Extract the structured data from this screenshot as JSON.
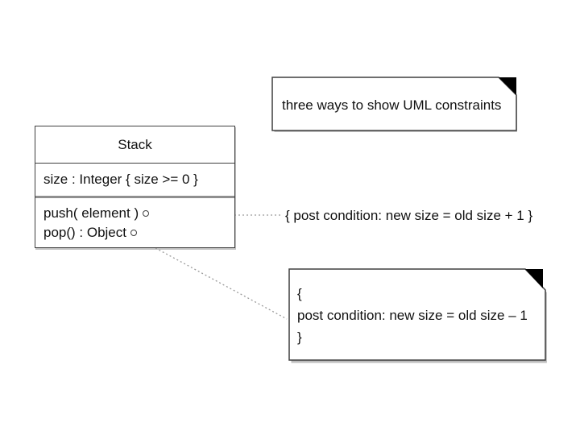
{
  "title_note": {
    "text": "three ways to show UML constraints"
  },
  "stack_class": {
    "name": "Stack",
    "attribute": "size : Integer { size >= 0 }",
    "operations": [
      {
        "label": "push( element )"
      },
      {
        "label": "pop() : Object"
      }
    ]
  },
  "inline_constraint": "{ post condition: new size = old size + 1 }",
  "note_constraint": {
    "lines": {
      "open": "{",
      "body": "post condition: new size = old size – 1",
      "close": "}"
    }
  },
  "icons": {
    "fold": "folded-corner",
    "port": "open-circle-anchor"
  },
  "colors": {
    "background": "#ffffff",
    "border": "#3f3f3f",
    "thick_divider": "#8f8f8f",
    "fold_fill": "#000000",
    "connector": "#9a9a9a",
    "note_shadow": "#bdbdbd",
    "text": "#111111"
  }
}
